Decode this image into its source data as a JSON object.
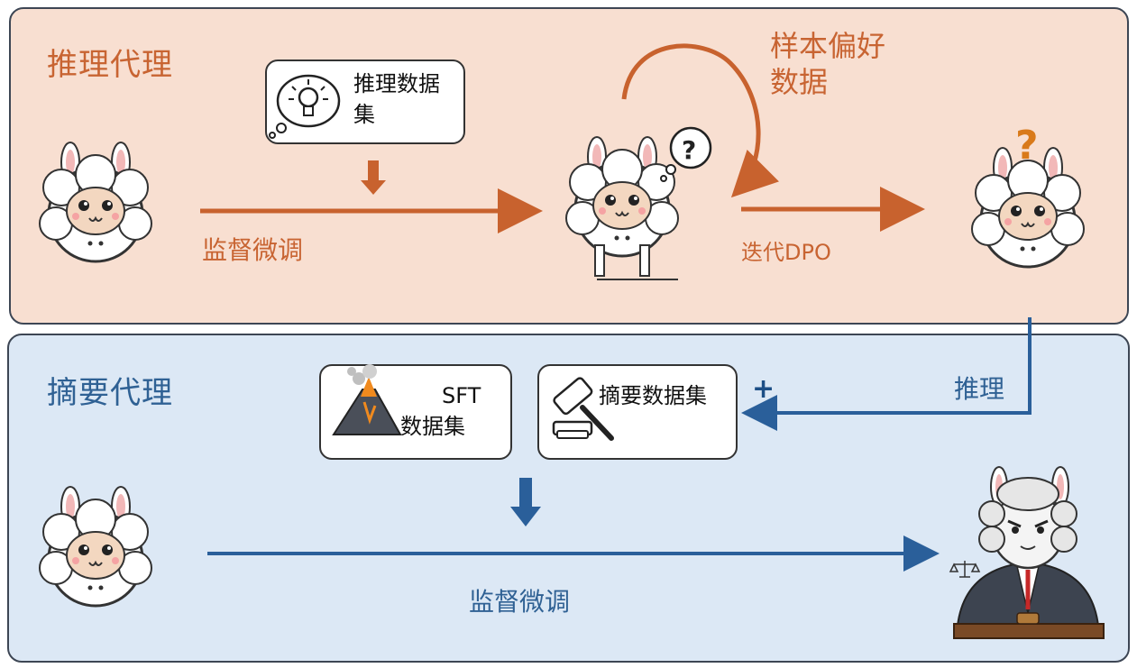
{
  "reasoning_agent": {
    "title": "推理代理",
    "dataset_label_line1": "推理数据",
    "dataset_label_line2": "集",
    "sft_label": "监督微调",
    "preference_label_line1": "样本偏好",
    "preference_label_line2": "数据",
    "dpo_label": "迭代DPO"
  },
  "summary_agent": {
    "title": "摘要代理",
    "sft_dataset_line1": "SFT",
    "sft_dataset_line2": "数据集",
    "summary_dataset": "摘要数据集",
    "plus": "+",
    "reasoning_label": "推理",
    "sft_label": "监督微调"
  },
  "colors": {
    "reasoning_bg": "#f8dfd1",
    "summary_bg": "#dce8f5",
    "orange_arrow": "#c8622e",
    "blue_arrow": "#2a5f9a"
  },
  "icons": {
    "llama_base": "llama-icon",
    "llama_thinking": "thinking-llama-icon",
    "llama_question": "question-llama-icon",
    "llama_judge": "judge-llama-icon",
    "lightbulb": "lightbulb-icon",
    "volcano": "volcano-icon",
    "gavel": "gavel-icon",
    "scales": "scales-icon"
  }
}
